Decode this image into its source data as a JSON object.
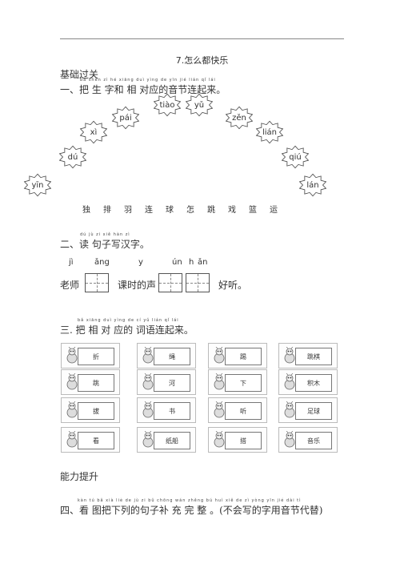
{
  "title": "7.怎么都快乐",
  "section_basic": "基础过关",
  "q1": {
    "pinyin": "bǎ shēn zì hé xiāng duì yìng de yīn jié lián qǐ lái",
    "text": "一、把 生 字和 相 对应的音节连起来。",
    "stars": [
      {
        "label": "yīn"
      },
      {
        "label": "dú"
      },
      {
        "label": "xì"
      },
      {
        "label": "pái"
      },
      {
        "label": "tiào"
      },
      {
        "label": "yǔ"
      },
      {
        "label": "zěn"
      },
      {
        "label": "lián"
      },
      {
        "label": "qiú"
      },
      {
        "label": "lán"
      }
    ],
    "chars": [
      "独",
      "排",
      "羽",
      "连",
      "球",
      "怎",
      "跳",
      "戏",
      "篮",
      "运"
    ]
  },
  "q2": {
    "pinyin": "dú jù zi xiě hàn zì",
    "text": "二、读 句子写汉字。",
    "pinyin_prompts": [
      "jì",
      "ǎng",
      "y",
      "ún",
      "h",
      "ǎn"
    ],
    "sentence": [
      "老师",
      "课时的声",
      "好听。"
    ]
  },
  "q3": {
    "pinyin": "bǎ xiāng duì yìng de cí yǔ lián qǐ lái",
    "text": "三. 把 相 对 应的 词语连起来。",
    "cards": [
      [
        "折",
        "绳",
        "踢",
        "跳棋"
      ],
      [
        "跳",
        "河",
        "下",
        "积木"
      ],
      [
        "拔",
        "书",
        "听",
        "足球"
      ],
      [
        "看",
        "纸船",
        "搭",
        "音乐"
      ]
    ]
  },
  "section_ability": "能力提升",
  "q4": {
    "pinyin": "kàn tú bǎ xià liè de jù zi bǔ chōng wán zhěng    bú huì xiě de zì yòng yīn jié dài tì",
    "text": "四、看 图把下列的句子补 充 完 整 。(不会写的字用音节代替)"
  }
}
